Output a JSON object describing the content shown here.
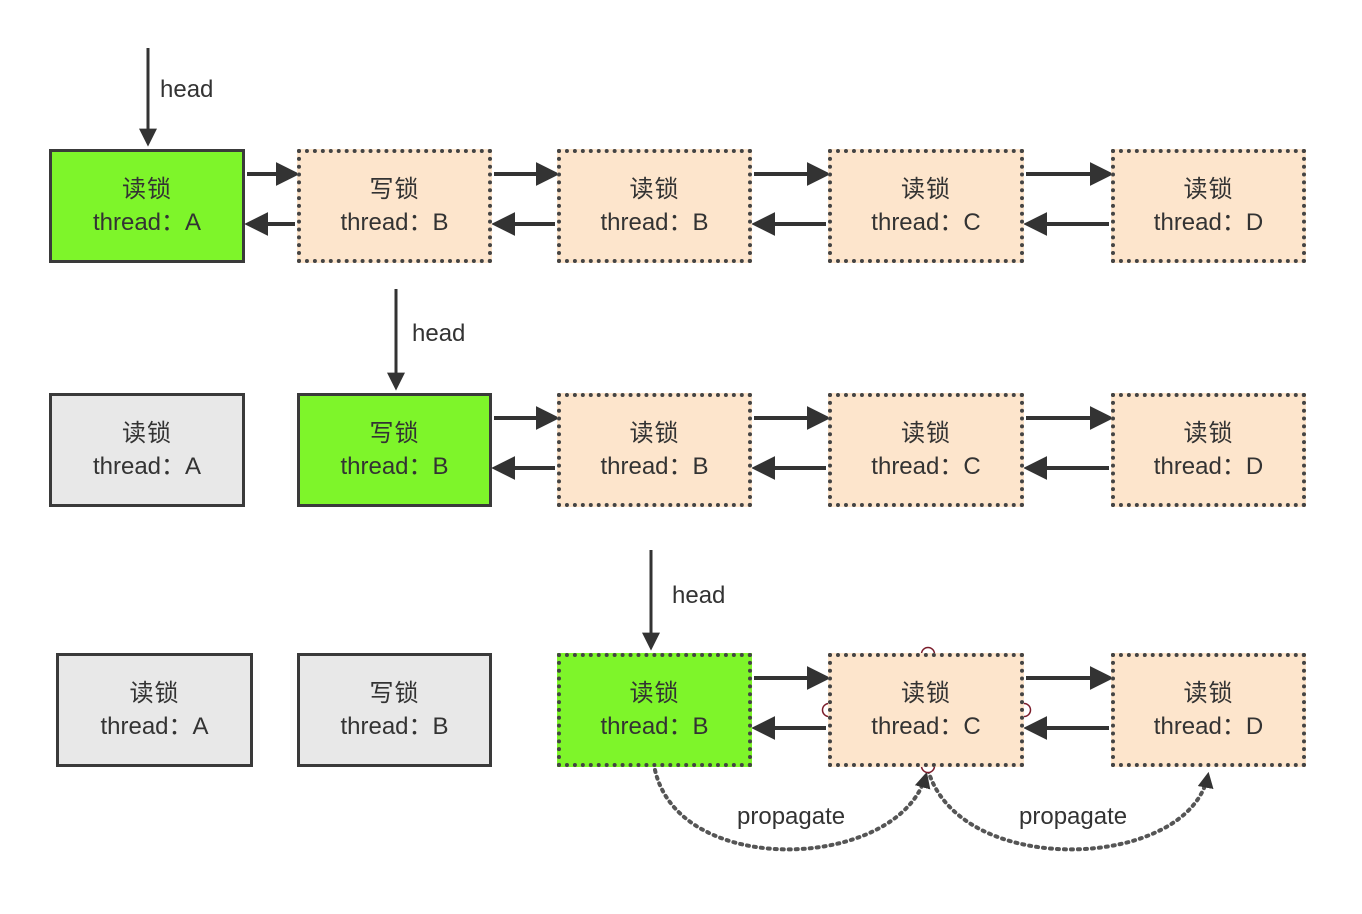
{
  "colors": {
    "active": "#7ef52a",
    "pending": "#fde5cc",
    "released": "#e8e8e8",
    "arrow": "#333333"
  },
  "head_label": "head",
  "propagate_label": "propagate",
  "rows": [
    {
      "nodes": [
        {
          "lock": "读锁",
          "thread": "thread：A",
          "state": "active"
        },
        {
          "lock": "写锁",
          "thread": "thread：B",
          "state": "pending"
        },
        {
          "lock": "读锁",
          "thread": "thread：B",
          "state": "pending"
        },
        {
          "lock": "读锁",
          "thread": "thread：C",
          "state": "pending"
        },
        {
          "lock": "读锁",
          "thread": "thread：D",
          "state": "pending"
        }
      ]
    },
    {
      "nodes": [
        {
          "lock": "读锁",
          "thread": "thread：A",
          "state": "released"
        },
        {
          "lock": "写锁",
          "thread": "thread：B",
          "state": "active"
        },
        {
          "lock": "读锁",
          "thread": "thread：B",
          "state": "pending"
        },
        {
          "lock": "读锁",
          "thread": "thread：C",
          "state": "pending"
        },
        {
          "lock": "读锁",
          "thread": "thread：D",
          "state": "pending"
        }
      ]
    },
    {
      "nodes": [
        {
          "lock": "读锁",
          "thread": "thread：A",
          "state": "released"
        },
        {
          "lock": "写锁",
          "thread": "thread：B",
          "state": "released"
        },
        {
          "lock": "读锁",
          "thread": "thread：B",
          "state": "active-dotted"
        },
        {
          "lock": "读锁",
          "thread": "thread：C",
          "state": "pending"
        },
        {
          "lock": "读锁",
          "thread": "thread：D",
          "state": "pending"
        }
      ]
    }
  ]
}
